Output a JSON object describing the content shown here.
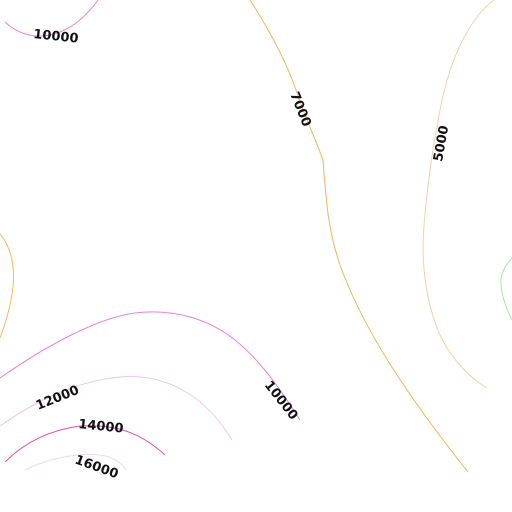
{
  "map": {
    "type": "contour",
    "labels": {
      "l10000_top": "10000",
      "l7000": "7000",
      "l5000": "5000",
      "l12000": "12000",
      "l10000_mid": "10000",
      "l14000": "14000",
      "l16000": "16000"
    },
    "colors": {
      "c5000": "#f3d2a6",
      "c7000": "#f2b45a",
      "c10000": "#ee7fd6",
      "c12000": "#ecc6e6",
      "c14000": "#d84fb4",
      "c16000": "#f0d6ea",
      "c_left": "#f5b95e",
      "c_right": "#a7e6a0"
    }
  }
}
